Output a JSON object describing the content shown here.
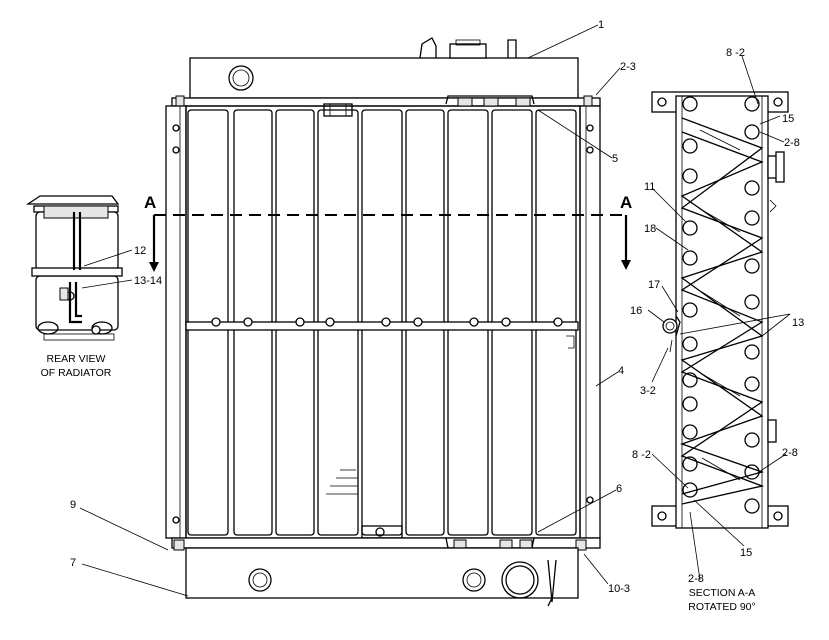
{
  "callouts": {
    "c1": "1",
    "c2_3": "2-3",
    "c5": "5",
    "c4": "4",
    "c6": "6",
    "c9": "9",
    "c7": "7",
    "c10_3": "10-3",
    "c12": "12",
    "c13_14": "13-14",
    "c8_2_top": "8 -2",
    "c15_top": "15",
    "c2_8_top": "2-8",
    "c11": "11",
    "c18": "18",
    "c17": "17",
    "c16": "16",
    "c13": "13",
    "c3_2": "3-2",
    "c8_2_bot": "8 -2",
    "c2_8_right": "2-8",
    "c15_bot": "15",
    "c2_8_bot": "2-8"
  },
  "section_marks": {
    "left": "A",
    "right": "A"
  },
  "captions": {
    "rear_view_1": "REAR VIEW",
    "rear_view_2": "OF RADIATOR",
    "section_1": "SECTION A-A",
    "section_2": "ROTATED 90°"
  }
}
